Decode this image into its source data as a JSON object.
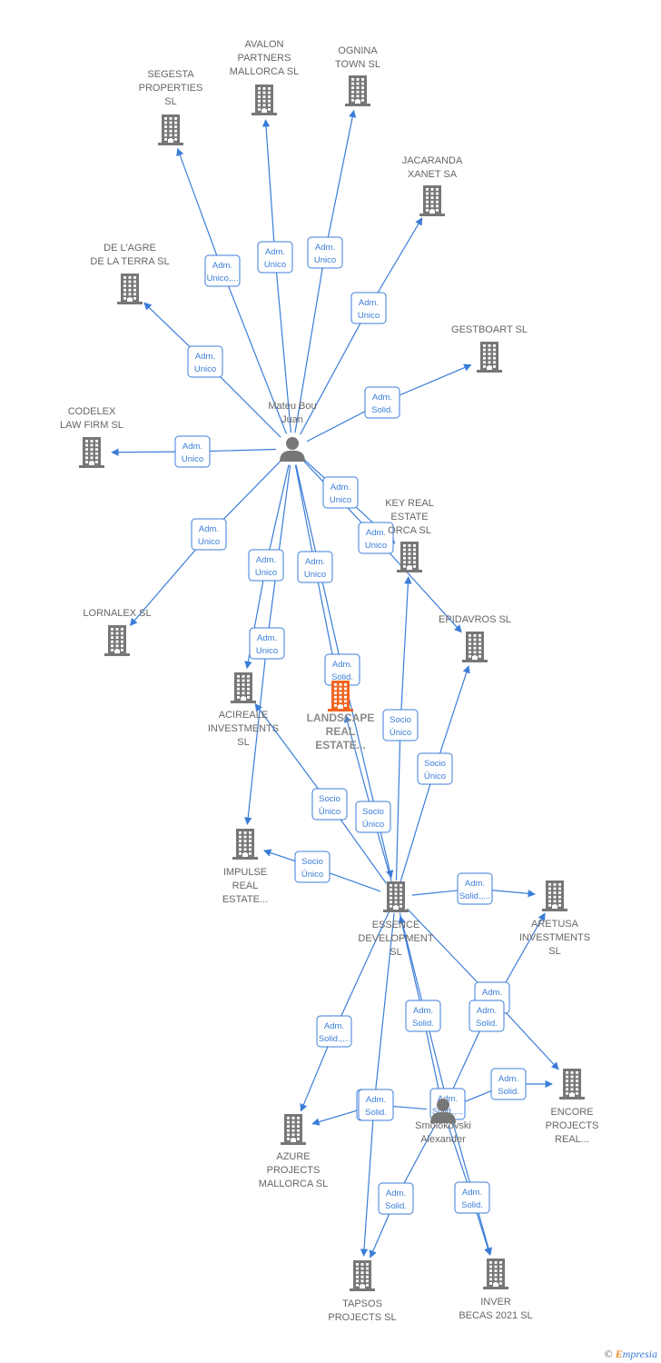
{
  "colors": {
    "edge": "#3b7dd8",
    "company": "#777777",
    "focus": "#f26522",
    "person": "#777777"
  },
  "nodes": [
    {
      "id": "mateu",
      "kind": "person",
      "label": [
        "Mateu Bou",
        "Juan"
      ],
      "icon": "person-icon"
    },
    {
      "id": "smolokovski",
      "kind": "person",
      "label": [
        "Smolokovski",
        "Alexander"
      ],
      "icon": "person-icon"
    },
    {
      "id": "segesta",
      "kind": "company",
      "label": [
        "SEGESTA",
        "PROPERTIES",
        "SL"
      ],
      "icon": "building-icon"
    },
    {
      "id": "avalon",
      "kind": "company",
      "label": [
        "AVALON",
        "PARTNERS",
        "MALLORCA  SL"
      ],
      "icon": "building-icon"
    },
    {
      "id": "ognina",
      "kind": "company",
      "label": [
        "OGNINA",
        "TOWN  SL"
      ],
      "icon": "building-icon"
    },
    {
      "id": "jacaranda",
      "kind": "company",
      "label": [
        "JACARANDA",
        "XANET SA"
      ],
      "icon": "building-icon"
    },
    {
      "id": "deagre",
      "kind": "company",
      "label": [
        "DE L'AGRE",
        "DE LA TERRA SL"
      ],
      "icon": "building-icon"
    },
    {
      "id": "gestboart",
      "kind": "company",
      "label": [
        "GESTBOART  SL"
      ],
      "icon": "building-icon"
    },
    {
      "id": "codelex",
      "kind": "company",
      "label": [
        "CODELEX",
        "LAW FIRM SL"
      ],
      "icon": "building-icon"
    },
    {
      "id": "keyreal",
      "kind": "company",
      "label": [
        "KEY REAL",
        "ESTATE",
        "ORCA  SL"
      ],
      "icon": "building-icon"
    },
    {
      "id": "lornalex",
      "kind": "company",
      "label": [
        "LORNALEX SL"
      ],
      "icon": "building-icon"
    },
    {
      "id": "epidavros",
      "kind": "company",
      "label": [
        "EPIDAVROS  SL"
      ],
      "icon": "building-icon"
    },
    {
      "id": "acireale",
      "kind": "company",
      "label": [
        "ACIREALE",
        "INVESTMENTS",
        "SL"
      ],
      "icon": "building-icon"
    },
    {
      "id": "landscape",
      "kind": "focus",
      "label": [
        "LANDSCAPE",
        "REAL",
        "ESTATE..."
      ],
      "icon": "building-icon"
    },
    {
      "id": "impulse",
      "kind": "company",
      "label": [
        "IMPULSE",
        "REAL",
        "ESTATE..."
      ],
      "icon": "building-icon"
    },
    {
      "id": "essence",
      "kind": "company",
      "label": [
        "ESSENCE",
        "DEVELOPMENT",
        "SL"
      ],
      "icon": "building-icon"
    },
    {
      "id": "aretusa",
      "kind": "company",
      "label": [
        "ARETUSA",
        "INVESTMENTS",
        "SL"
      ],
      "icon": "building-icon"
    },
    {
      "id": "encore",
      "kind": "company",
      "label": [
        "ENCORE",
        "PROJECTS",
        "REAL..."
      ],
      "icon": "building-icon"
    },
    {
      "id": "azure",
      "kind": "company",
      "label": [
        "AZURE",
        "PROJECTS",
        "MALLORCA  SL"
      ],
      "icon": "building-icon"
    },
    {
      "id": "tapsos",
      "kind": "company",
      "label": [
        "TAPSOS",
        "PROJECTS  SL"
      ],
      "icon": "building-icon"
    },
    {
      "id": "inver",
      "kind": "company",
      "label": [
        "INVER",
        "BECAS 2021  SL"
      ],
      "icon": "building-icon"
    }
  ],
  "edges": [
    {
      "from": "mateu",
      "to": "segesta",
      "label": [
        "Adm.",
        "Unico,..."
      ]
    },
    {
      "from": "mateu",
      "to": "avalon",
      "label": [
        "Adm.",
        "Unico"
      ]
    },
    {
      "from": "mateu",
      "to": "ognina",
      "label": [
        "Adm.",
        "Unico"
      ]
    },
    {
      "from": "mateu",
      "to": "jacaranda",
      "label": [
        "Adm.",
        "Unico"
      ]
    },
    {
      "from": "mateu",
      "to": "deagre",
      "label": [
        "Adm.",
        "Unico"
      ]
    },
    {
      "from": "mateu",
      "to": "gestboart",
      "label": [
        "Adm.",
        "Solid."
      ]
    },
    {
      "from": "mateu",
      "to": "codelex",
      "label": [
        "Adm.",
        "Unico"
      ]
    },
    {
      "from": "mateu",
      "to": "keyreal",
      "label": [
        "Adm.",
        "Unico"
      ]
    },
    {
      "from": "mateu",
      "to": "epidavros",
      "label": [
        "Adm.",
        "Unico"
      ]
    },
    {
      "from": "mateu",
      "to": "lornalex",
      "label": [
        "Adm.",
        "Unico"
      ]
    },
    {
      "from": "mateu",
      "to": "acireale",
      "label": [
        "Adm.",
        "Unico"
      ]
    },
    {
      "from": "mateu",
      "to": "impulse",
      "label": [
        "Adm.",
        "Unico"
      ]
    },
    {
      "from": "mateu",
      "to": "landscape",
      "label": [
        "Adm.",
        "Unico"
      ]
    },
    {
      "from": "mateu",
      "to": "essence",
      "label": [
        "Adm.",
        "Solid."
      ]
    },
    {
      "from": "essence",
      "to": "keyreal",
      "label": [
        "Socio",
        "Único"
      ]
    },
    {
      "from": "essence",
      "to": "epidavros",
      "label": [
        "Socio",
        "Único"
      ]
    },
    {
      "from": "essence",
      "to": "acireale",
      "label": [
        "Socio",
        "Único"
      ]
    },
    {
      "from": "essence",
      "to": "landscape",
      "label": [
        "Socio",
        "Único"
      ]
    },
    {
      "from": "essence",
      "to": "impulse",
      "label": [
        "Socio",
        "Único"
      ]
    },
    {
      "from": "essence",
      "to": "aretusa",
      "label": [
        "Adm.",
        "Solid.,..."
      ]
    },
    {
      "from": "essence",
      "to": "encore",
      "label": [
        "Adm.",
        "Solid."
      ]
    },
    {
      "from": "essence",
      "to": "azure",
      "label": [
        "Adm.",
        "Solid.,..."
      ]
    },
    {
      "from": "essence",
      "to": "tapsos",
      "label": [
        "Adm.",
        "Solid."
      ]
    },
    {
      "from": "smolokovski",
      "to": "essence",
      "label": [
        "Adm.",
        "Solid."
      ]
    },
    {
      "from": "smolokovski",
      "to": "aretusa",
      "label": [
        "Adm.",
        "Solid."
      ]
    },
    {
      "from": "smolokovski",
      "to": "encore",
      "label": [
        "Adm.",
        "Solid."
      ]
    },
    {
      "from": "smolokovski",
      "to": "azure",
      "label": [
        "Adm.",
        "Solid."
      ]
    },
    {
      "from": "smolokovski",
      "to": "tapsos",
      "label": [
        "Adm.",
        "Solid."
      ]
    },
    {
      "from": "smolokovski",
      "to": "inver",
      "label": [
        "Adm.",
        "Solid."
      ]
    },
    {
      "from": "essence",
      "to": "inver",
      "label": [
        "Adm.",
        "Solid.,..."
      ]
    }
  ],
  "credit": {
    "symbol": "©",
    "brand_initial": "E",
    "brand_rest": "mpresia"
  }
}
